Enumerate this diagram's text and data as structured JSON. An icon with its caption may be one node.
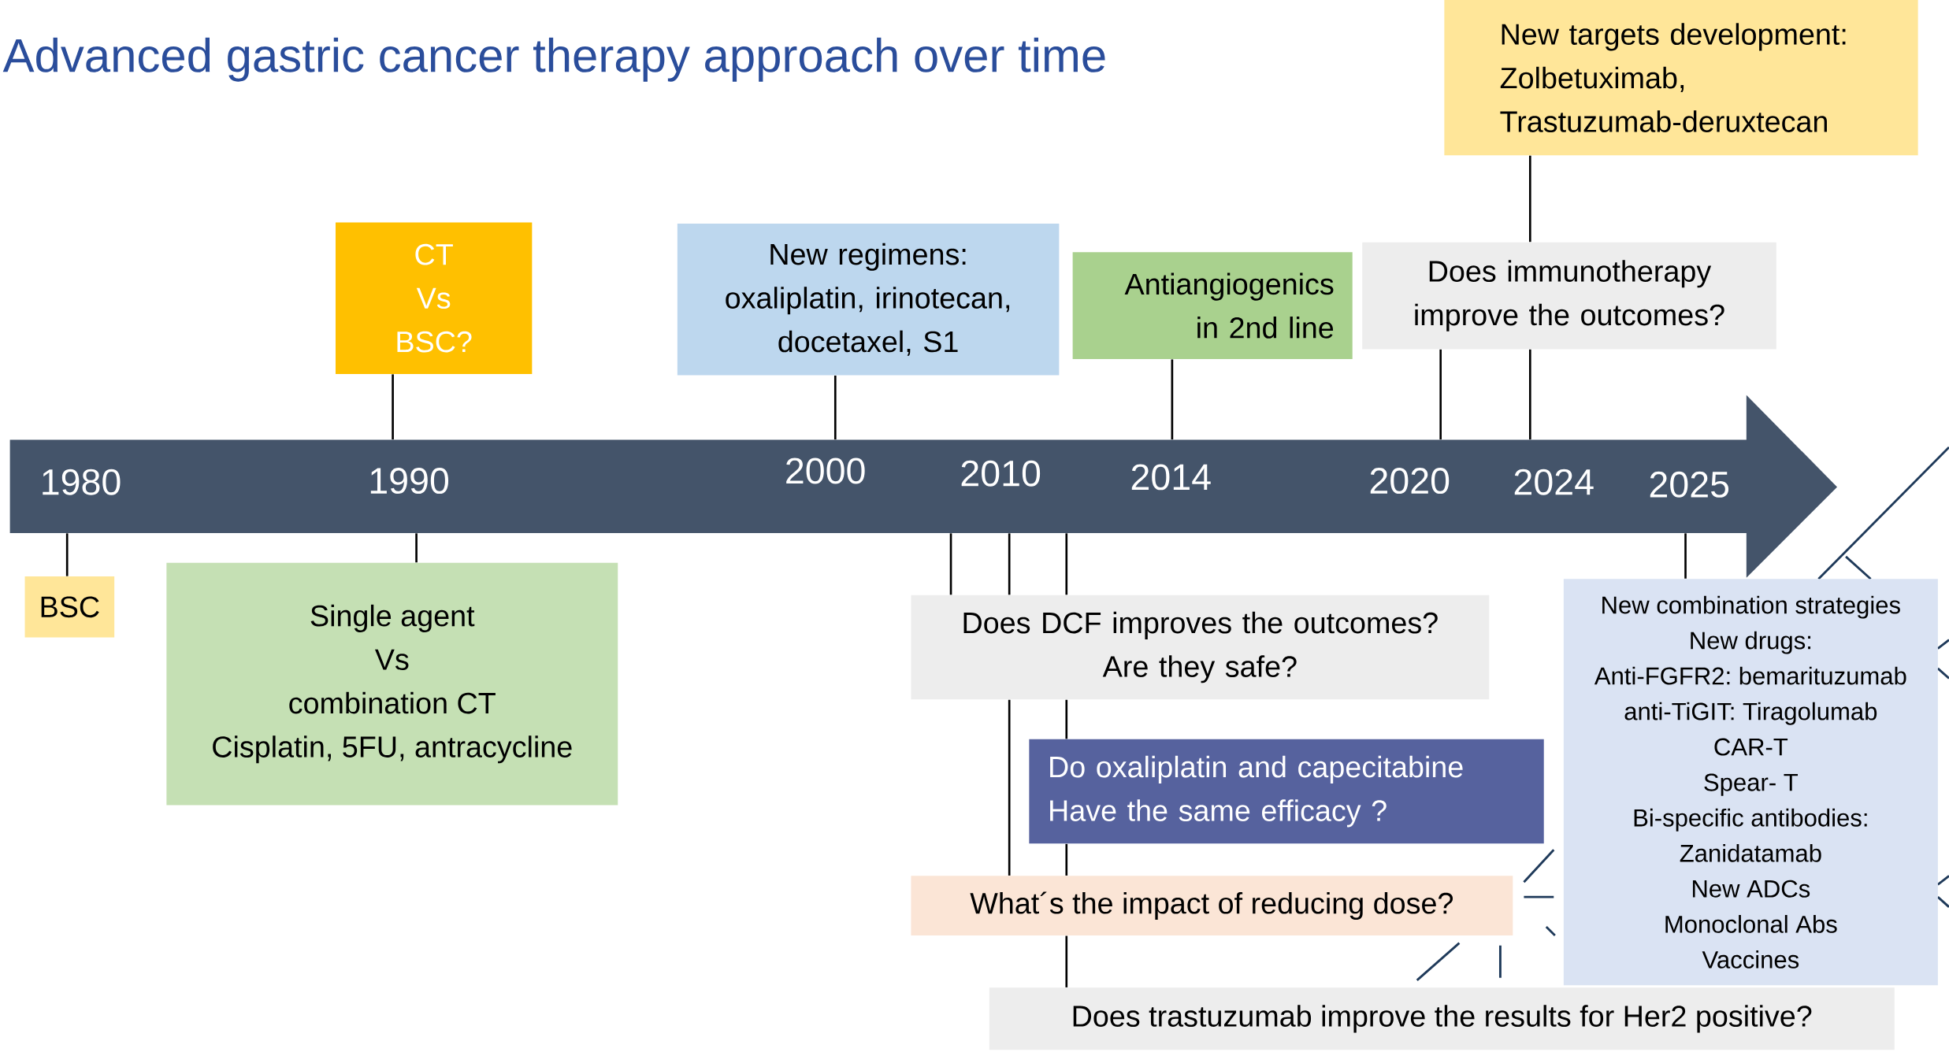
{
  "diagram": {
    "title": "Advanced gastric cancer therapy approach over time",
    "nodes": [
      {
        "text": [
          "1980",
          "1990",
          "2000",
          "2010",
          "2014",
          "2020",
          "2024",
          "2025"
        ]
      },
      {
        "text": [
          "CT",
          "Vs",
          "BSC?"
        ]
      },
      {
        "text": [
          "BSC"
        ]
      },
      {
        "text": [
          "Single agent",
          "Vs",
          "combination CT",
          "Cisplatin, 5FU, antracycline"
        ]
      },
      {
        "text": [
          "New regimens:",
          "oxaliplatin, irinotecan, docetaxel, S1"
        ]
      },
      {
        "text": [
          "Antiangiogenics in 2nd line"
        ]
      },
      {
        "text": [
          "Does DCF improves the outcomes?",
          "Are they safe?"
        ]
      },
      {
        "text": [
          "Do oxaliplatin and capecitabine",
          "Have the same efficacy ?"
        ]
      },
      {
        "text": [
          "What´s the impact of reducing dose?"
        ]
      },
      {
        "text": [
          "Does trastuzumab improve the results for Her2 positive?"
        ]
      },
      {
        "text": [
          "Does immunotherapy improve the outcomes?"
        ]
      },
      {
        "text": [
          "New targets development:",
          "Zolbetuximab, Trastuzumab-deruxtecan"
        ]
      },
      {
        "text": [
          "New combination strategies",
          "New drugs:",
          "Anti-FGFR2: bemarituzumab",
          "anti-TiGIT: Tiragolumab",
          "CAR-T",
          "Spear- T",
          "Bi-specific antibodies:",
          "Zanidatamab",
          "New ADCs",
          "Monoclonal Abs",
          "Vaccines"
        ]
      }
    ],
    "edges": [
      {
        "from": 1,
        "to": 0,
        "arrow": "none"
      },
      {
        "from": 0,
        "to": 2,
        "arrow": "none"
      },
      {
        "from": 0,
        "to": 3,
        "arrow": "none"
      },
      {
        "from": 4,
        "to": 0,
        "arrow": "none"
      },
      {
        "from": 5,
        "to": 0,
        "arrow": "none"
      },
      {
        "from": 0,
        "to": 6,
        "arrow": "none"
      },
      {
        "from": 0,
        "to": 6,
        "arrow": "none"
      },
      {
        "from": 0,
        "to": 6,
        "arrow": "none"
      },
      {
        "from": 6,
        "to": 8,
        "arrow": "none"
      },
      {
        "from": 6,
        "to": 7,
        "arrow": "none"
      },
      {
        "from": 7,
        "to": 8,
        "arrow": "none"
      },
      {
        "from": 8,
        "to": 9,
        "arrow": "none"
      },
      {
        "from": 10,
        "to": 0,
        "arrow": "none"
      },
      {
        "from": 11,
        "to": 10,
        "arrow": "none"
      },
      {
        "from": 10,
        "to": 0,
        "arrow": "none"
      },
      {
        "from": 0,
        "to": 12,
        "arrow": "none"
      }
    ]
  }
}
